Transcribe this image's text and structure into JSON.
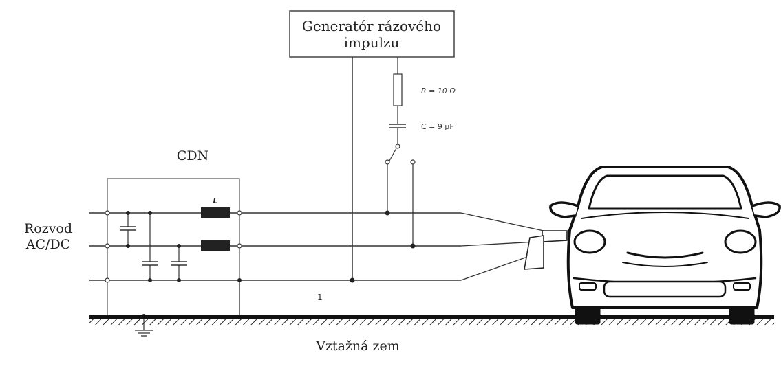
{
  "generator": {
    "line1": "Generatór rázového",
    "line2": "impulzu"
  },
  "resistor_label": "R = 10 Ω",
  "capacitor_label": "C = 9 μF",
  "cdn_label": "CDN",
  "inductor_label": "L",
  "source": {
    "line1": "Rozvod",
    "line2": "AC/DC"
  },
  "ground_label": "Vztažná zem",
  "marker_1": "1"
}
